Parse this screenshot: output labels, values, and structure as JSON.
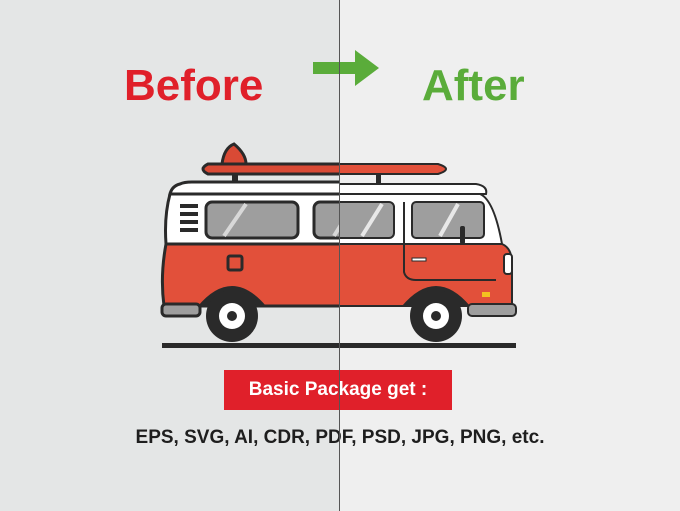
{
  "labels": {
    "before": "Before",
    "after": "After"
  },
  "badge": {
    "text": "Basic Package get :"
  },
  "formats": {
    "text": "EPS, SVG, AI, CDR, PDF, PSD, JPG, PNG, etc."
  },
  "icons": {
    "arrow": "arrow-right-icon",
    "van": "camper-van-illustration"
  },
  "colors": {
    "left_background": "#e4e6e6",
    "right_background": "#efefef",
    "divider": "#555555",
    "before_text": "#e0202a",
    "after_text": "#5aac3a",
    "arrow": "#5aac3a",
    "badge_background": "#e0202a",
    "badge_text": "#ffffff",
    "formats_text": "#1e1e1e",
    "van_body_red": "#e2503a",
    "van_body_white": "#ffffff",
    "outline": "#2a2a2a"
  }
}
